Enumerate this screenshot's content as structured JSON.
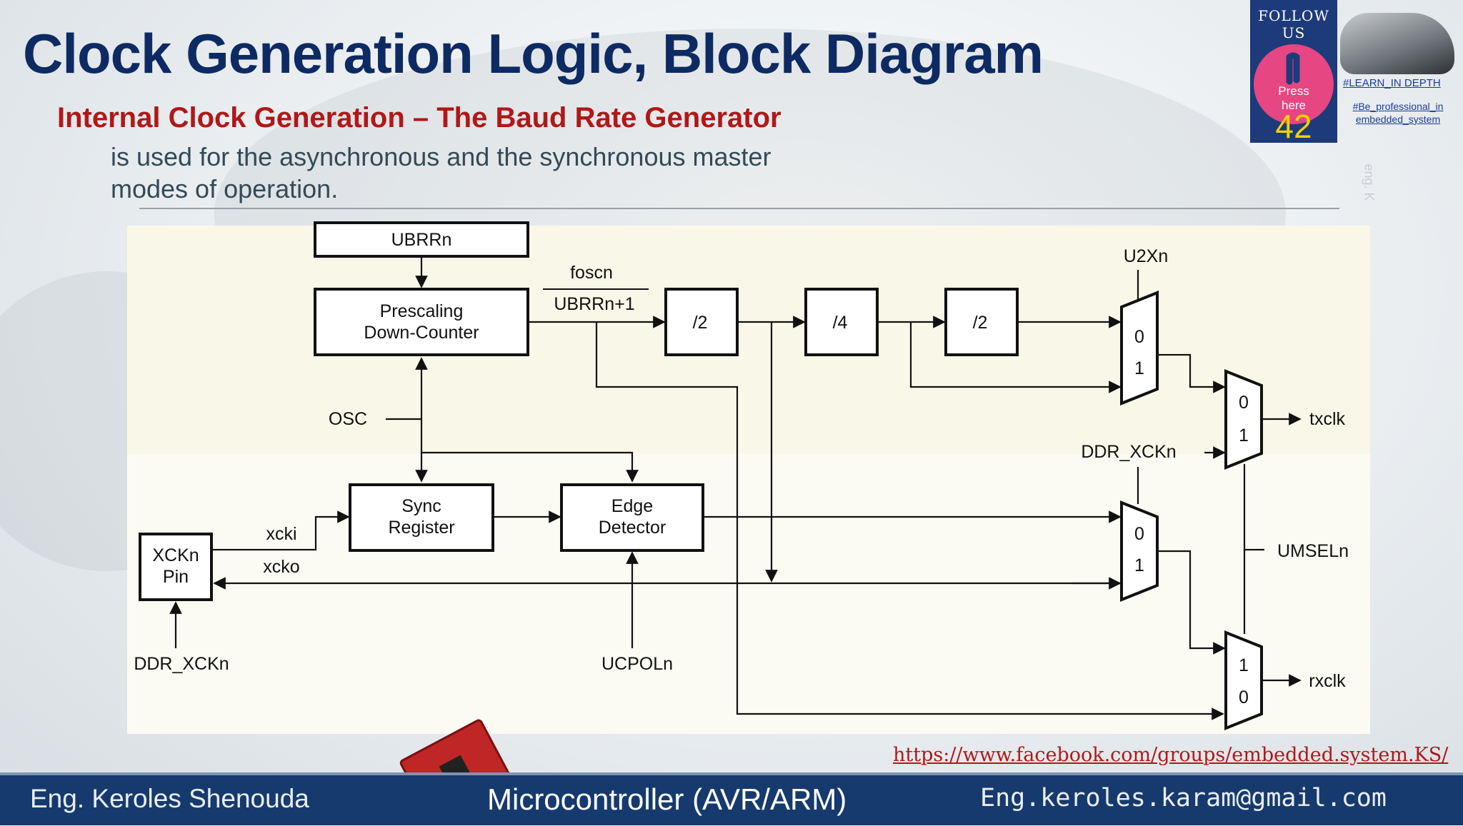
{
  "slide": {
    "title": "Clock Generation Logic, Block Diagram",
    "subtitle": "Internal Clock Generation – The Baud Rate Generator",
    "desc_line1": "is used for the asynchronous and the synchronous master",
    "desc_line2": "modes of operation."
  },
  "follow": {
    "label": "FOLLOW US",
    "press": "Press",
    "here": "here",
    "number": "42",
    "tag1": "#LEARN_IN DEPTH",
    "tag2": "#Be_professional_in",
    "tag3": "embedded_system"
  },
  "diagram": {
    "ubrr": "UBRRn",
    "prescaler_l1": "Prescaling",
    "prescaler_l2": "Down-Counter",
    "fosc": "foscn",
    "ubrr_plus": "UBRRn+1",
    "div2a": "/2",
    "div4": "/4",
    "div2b": "/2",
    "u2x": "U2Xn",
    "osc": "OSC",
    "sync_l1": "Sync",
    "sync_l2": "Register",
    "edge_l1": "Edge",
    "edge_l2": "Detector",
    "xck_l1": "XCKn",
    "xck_l2": "Pin",
    "xcki": "xcki",
    "xcko": "xcko",
    "ddr_left": "DDR_XCKn",
    "ddr_right": "DDR_XCKn",
    "ucpol": "UCPOLn",
    "umsel": "UMSELn",
    "txclk": "txclk",
    "rxclk": "rxclk",
    "mux_0": "0",
    "mux_1": "1"
  },
  "footer": {
    "url": "https://www.facebook.com/groups/embedded.system.KS/",
    "author": "Eng. Keroles Shenouda",
    "course": "Microcontroller (AVR/ARM)",
    "email": "Eng.keroles.karam@gmail.com"
  },
  "colors": {
    "title": "#0d2a63",
    "subtitle": "#b01818",
    "footer_bg": "#163a6d",
    "follow_circle": "#e64682",
    "follow_number": "#f2d200"
  }
}
